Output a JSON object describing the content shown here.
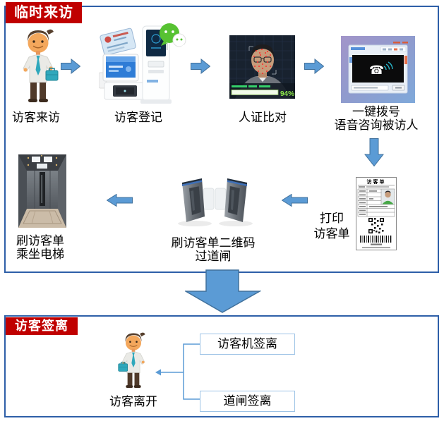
{
  "temporary_section": {
    "banner": "临时来访",
    "steps": {
      "arrive": "访客来访",
      "register": "访客登记",
      "face_compare": "人证比对",
      "dial_line1": "一键拨号",
      "dial_line2": "语音咨询被访人",
      "print_line1": "打印",
      "print_line2": "访客单",
      "gate_line1": "刷访客单二维码",
      "gate_line2": "过道闸",
      "elevator_line1": "刷访客单",
      "elevator_line2": "乘坐电梯"
    },
    "face_panel": {
      "match_score": "94%"
    },
    "visitor_slip": {
      "title": "访客单"
    }
  },
  "signoff_section": {
    "banner": "访客签离",
    "leave_label": "访客离开",
    "options": {
      "machine": "访客机签离",
      "gate": "道闸签离"
    }
  },
  "icons": {
    "visitor": "cartoon man with teal tie and briefcase",
    "id_card": "chinese id card",
    "registration_kiosk": "desktop visitor terminal and standing kiosk",
    "wechat": "wechat green chat-bubbles logo",
    "face_match": "face recognition photo with red landmark dots",
    "phone_call": "dialing window with handset and sound waves",
    "visitor_slip": "printed visitor ticket with photo, qr code and barcode",
    "gate": "speed-gate turnstile with glass wings",
    "elevator": "elevator cabin interior"
  },
  "colors": {
    "banner_bg": "#C00000",
    "banner_text": "#FFFFFF",
    "section_border": "#2E5FA8",
    "arrow_fill": "#5B9BD5",
    "arrow_stroke": "#41719C",
    "option_box_border": "#9DC3E6",
    "label_text": "#000000",
    "match_score_green": "#8DE84A"
  }
}
